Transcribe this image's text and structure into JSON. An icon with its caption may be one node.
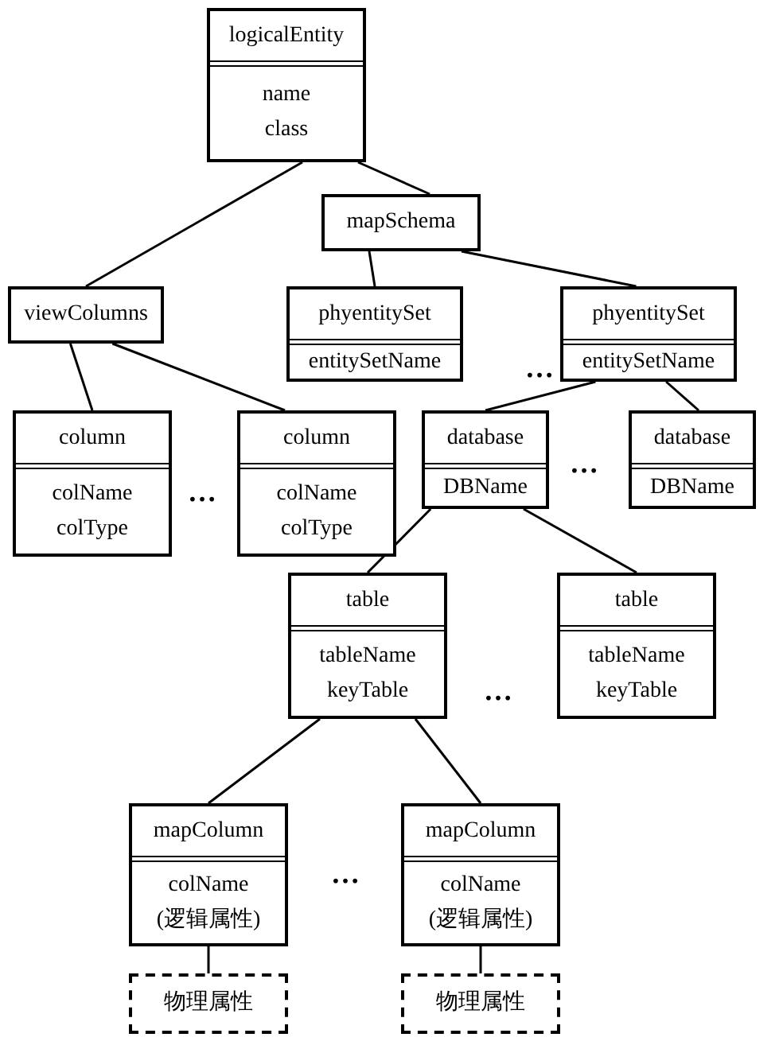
{
  "diagram": {
    "nodes": [
      {
        "text": [
          "logicalEntity",
          "name",
          "class"
        ]
      },
      {
        "text": [
          "mapSchema"
        ]
      },
      {
        "text": [
          "viewColumns"
        ]
      },
      {
        "text": [
          "phyentitySet",
          "entitySetName"
        ]
      },
      {
        "text": [
          "phyentitySet",
          "entitySetName"
        ]
      },
      {
        "text": [
          "column",
          "colName",
          "colType"
        ]
      },
      {
        "text": [
          "column",
          "colName",
          "colType"
        ]
      },
      {
        "text": [
          "database",
          "DBName"
        ]
      },
      {
        "text": [
          "database",
          "DBName"
        ]
      },
      {
        "text": [
          "table",
          "tableName",
          "keyTable"
        ]
      },
      {
        "text": [
          "table",
          "tableName",
          "keyTable"
        ]
      },
      {
        "text": [
          "mapColumn",
          "colName",
          "(逻辑属性)"
        ]
      },
      {
        "text": [
          "mapColumn",
          "colName",
          "(逻辑属性)"
        ]
      },
      {
        "text": [
          "物理属性"
        ]
      },
      {
        "text": [
          "物理属性"
        ]
      }
    ],
    "edges": [
      {
        "from": 0,
        "to": 2,
        "arrow": "none"
      },
      {
        "from": 0,
        "to": 1,
        "arrow": "none"
      },
      {
        "from": 1,
        "to": 3,
        "arrow": "none"
      },
      {
        "from": 1,
        "to": 4,
        "arrow": "none"
      },
      {
        "from": 2,
        "to": 5,
        "arrow": "none"
      },
      {
        "from": 2,
        "to": 6,
        "arrow": "none"
      },
      {
        "from": 4,
        "to": 7,
        "arrow": "none"
      },
      {
        "from": 4,
        "to": 8,
        "arrow": "none"
      },
      {
        "from": 7,
        "to": 9,
        "arrow": "none"
      },
      {
        "from": 7,
        "to": 10,
        "arrow": "none"
      },
      {
        "from": 9,
        "to": 11,
        "arrow": "none"
      },
      {
        "from": 9,
        "to": 12,
        "arrow": "none"
      },
      {
        "from": 11,
        "to": 13,
        "arrow": "none"
      },
      {
        "from": 12,
        "to": 14,
        "arrow": "none"
      }
    ],
    "labels": [
      "…",
      "…",
      "…",
      "…",
      "…"
    ]
  }
}
